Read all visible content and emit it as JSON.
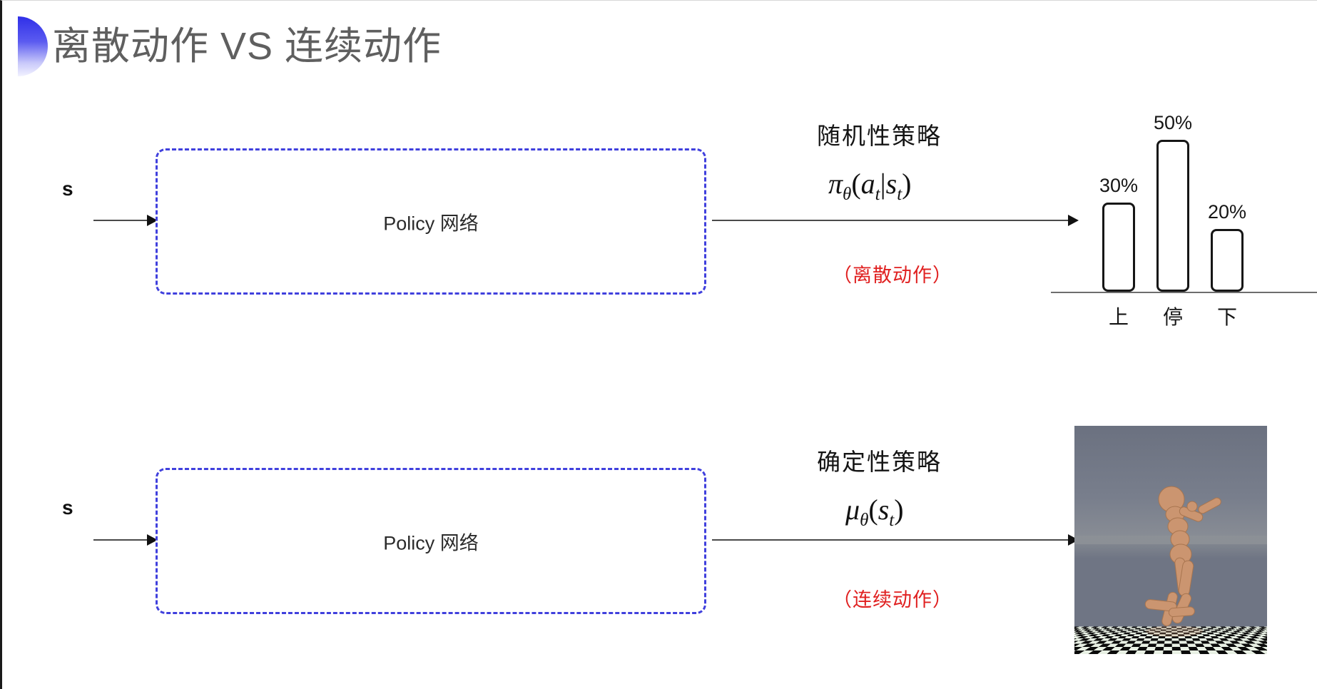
{
  "slide": {
    "title": "离散动作 VS 连续动作",
    "accent_blue": "#4040dd",
    "accent_red": "#e02020",
    "title_color": "#5f5f5f"
  },
  "rows": [
    {
      "input_label": "s",
      "box_label": "Policy 网络",
      "policy_name": "随机性策略",
      "formula_plain": "πθ(at|st)",
      "action_note": "（离散动作）"
    },
    {
      "input_label": "s",
      "box_label": "Policy 网络",
      "policy_name": "确定性策略",
      "formula_plain": "μθ(st)",
      "action_note": "（连续动作）"
    }
  ],
  "chart_data": {
    "type": "bar",
    "title": "",
    "xlabel": "",
    "ylabel": "",
    "categories": [
      "上",
      "停",
      "下"
    ],
    "values": [
      30,
      50,
      20
    ],
    "value_labels": [
      "30%",
      "50%",
      "20%"
    ],
    "ylim": [
      0,
      60
    ],
    "grid": false,
    "legend": "none",
    "bar_fill": "#ffffff",
    "bar_stroke": "#161616"
  },
  "humanoid": {
    "caption": "MuJoCo humanoid on checkerboard floor",
    "sky_color": "#717786",
    "floor_light": "#e8f0e4",
    "floor_dark": "#0b0b0b",
    "body_color": "#cb9570"
  }
}
